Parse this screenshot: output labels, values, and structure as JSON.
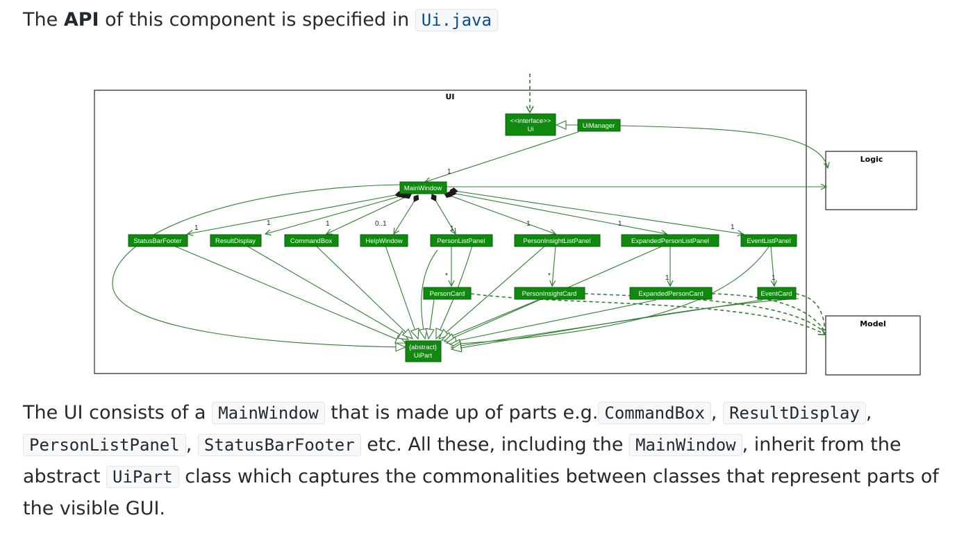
{
  "intro": {
    "before": "The ",
    "bold": "API",
    "middle": " of this component is specified in ",
    "code_link": "Ui.java"
  },
  "diagram": {
    "package_title": "UI",
    "logic_label": "Logic",
    "model_label": "Model",
    "classes": {
      "ui_interface_line1": "<<interface>>",
      "ui_interface_line2": "Ui",
      "ui_manager": "UiManager",
      "main_window": "MainWindow",
      "status_bar_footer": "StatusBarFooter",
      "result_display": "ResultDisplay",
      "command_box": "CommandBox",
      "help_window": "HelpWindow",
      "person_list_panel": "PersonListPanel",
      "person_insight_list_panel": "PersonInsightListPanel",
      "expanded_person_list_panel": "ExpandedPersonListPanel",
      "event_list_panel": "EventListPanel",
      "person_card": "PersonCard",
      "person_insight_card": "PersonInsightCard",
      "expanded_person_card": "ExpandedPersonCard",
      "event_card": "EventCard",
      "ui_part_line1": "{abstract}",
      "ui_part_line2": "UiPart"
    },
    "multiplicities": {
      "main_window": "1",
      "status_bar_footer": "1",
      "result_display": "1",
      "command_box": "1",
      "help_window": "0..1",
      "person_list_panel": "1",
      "person_insight_list_panel": "1",
      "expanded_person_list_panel": "1",
      "event_list_panel": "1",
      "person_card": "*",
      "person_insight_card": "*",
      "expanded_person_card": "1",
      "event_card": "1"
    }
  },
  "body": {
    "t1": "The UI consists of a ",
    "c1": "MainWindow",
    "t2": " that is made up of parts e.g.",
    "c2": "CommandBox",
    "t3": ", ",
    "c3": "ResultDisplay",
    "t4": ",",
    "c4": "PersonListPanel",
    "t5": ", ",
    "c5": "StatusBarFooter",
    "t6": " etc. All these, including the ",
    "c6": "MainWindow",
    "t7": ", inherit from the abstract ",
    "c7": "UiPart",
    "t8": " class which captures the commonalities between classes that represent parts of the visible GUI."
  }
}
